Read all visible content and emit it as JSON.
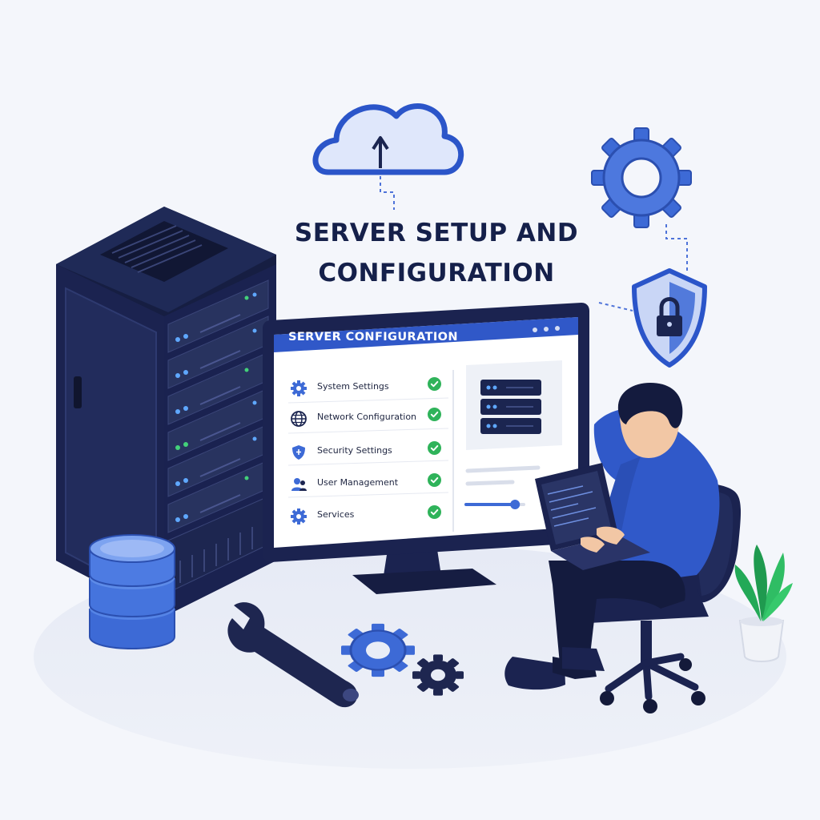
{
  "headline": {
    "line1": "SERVER SETUP AND",
    "line2": "CONFIGURATION"
  },
  "monitor": {
    "header_title": "SERVER CONFIGURATION",
    "menu_items": [
      {
        "label": "System Settings",
        "icon": "gear-icon",
        "status": "check-icon"
      },
      {
        "label": "Network Configuration",
        "icon": "globe-icon",
        "status": "check-icon"
      },
      {
        "label": "Security Settings",
        "icon": "shield-icon",
        "status": "check-icon"
      },
      {
        "label": "User Management",
        "icon": "users-icon",
        "status": "check-icon"
      },
      {
        "label": "Services",
        "icon": "gear-icon",
        "status": "check-icon"
      }
    ],
    "slider_level": 0.85
  },
  "colors": {
    "accent": "#3d6ad6",
    "navy": "#1b2550",
    "success": "#2fb35a",
    "background": "#f4f6fb"
  }
}
